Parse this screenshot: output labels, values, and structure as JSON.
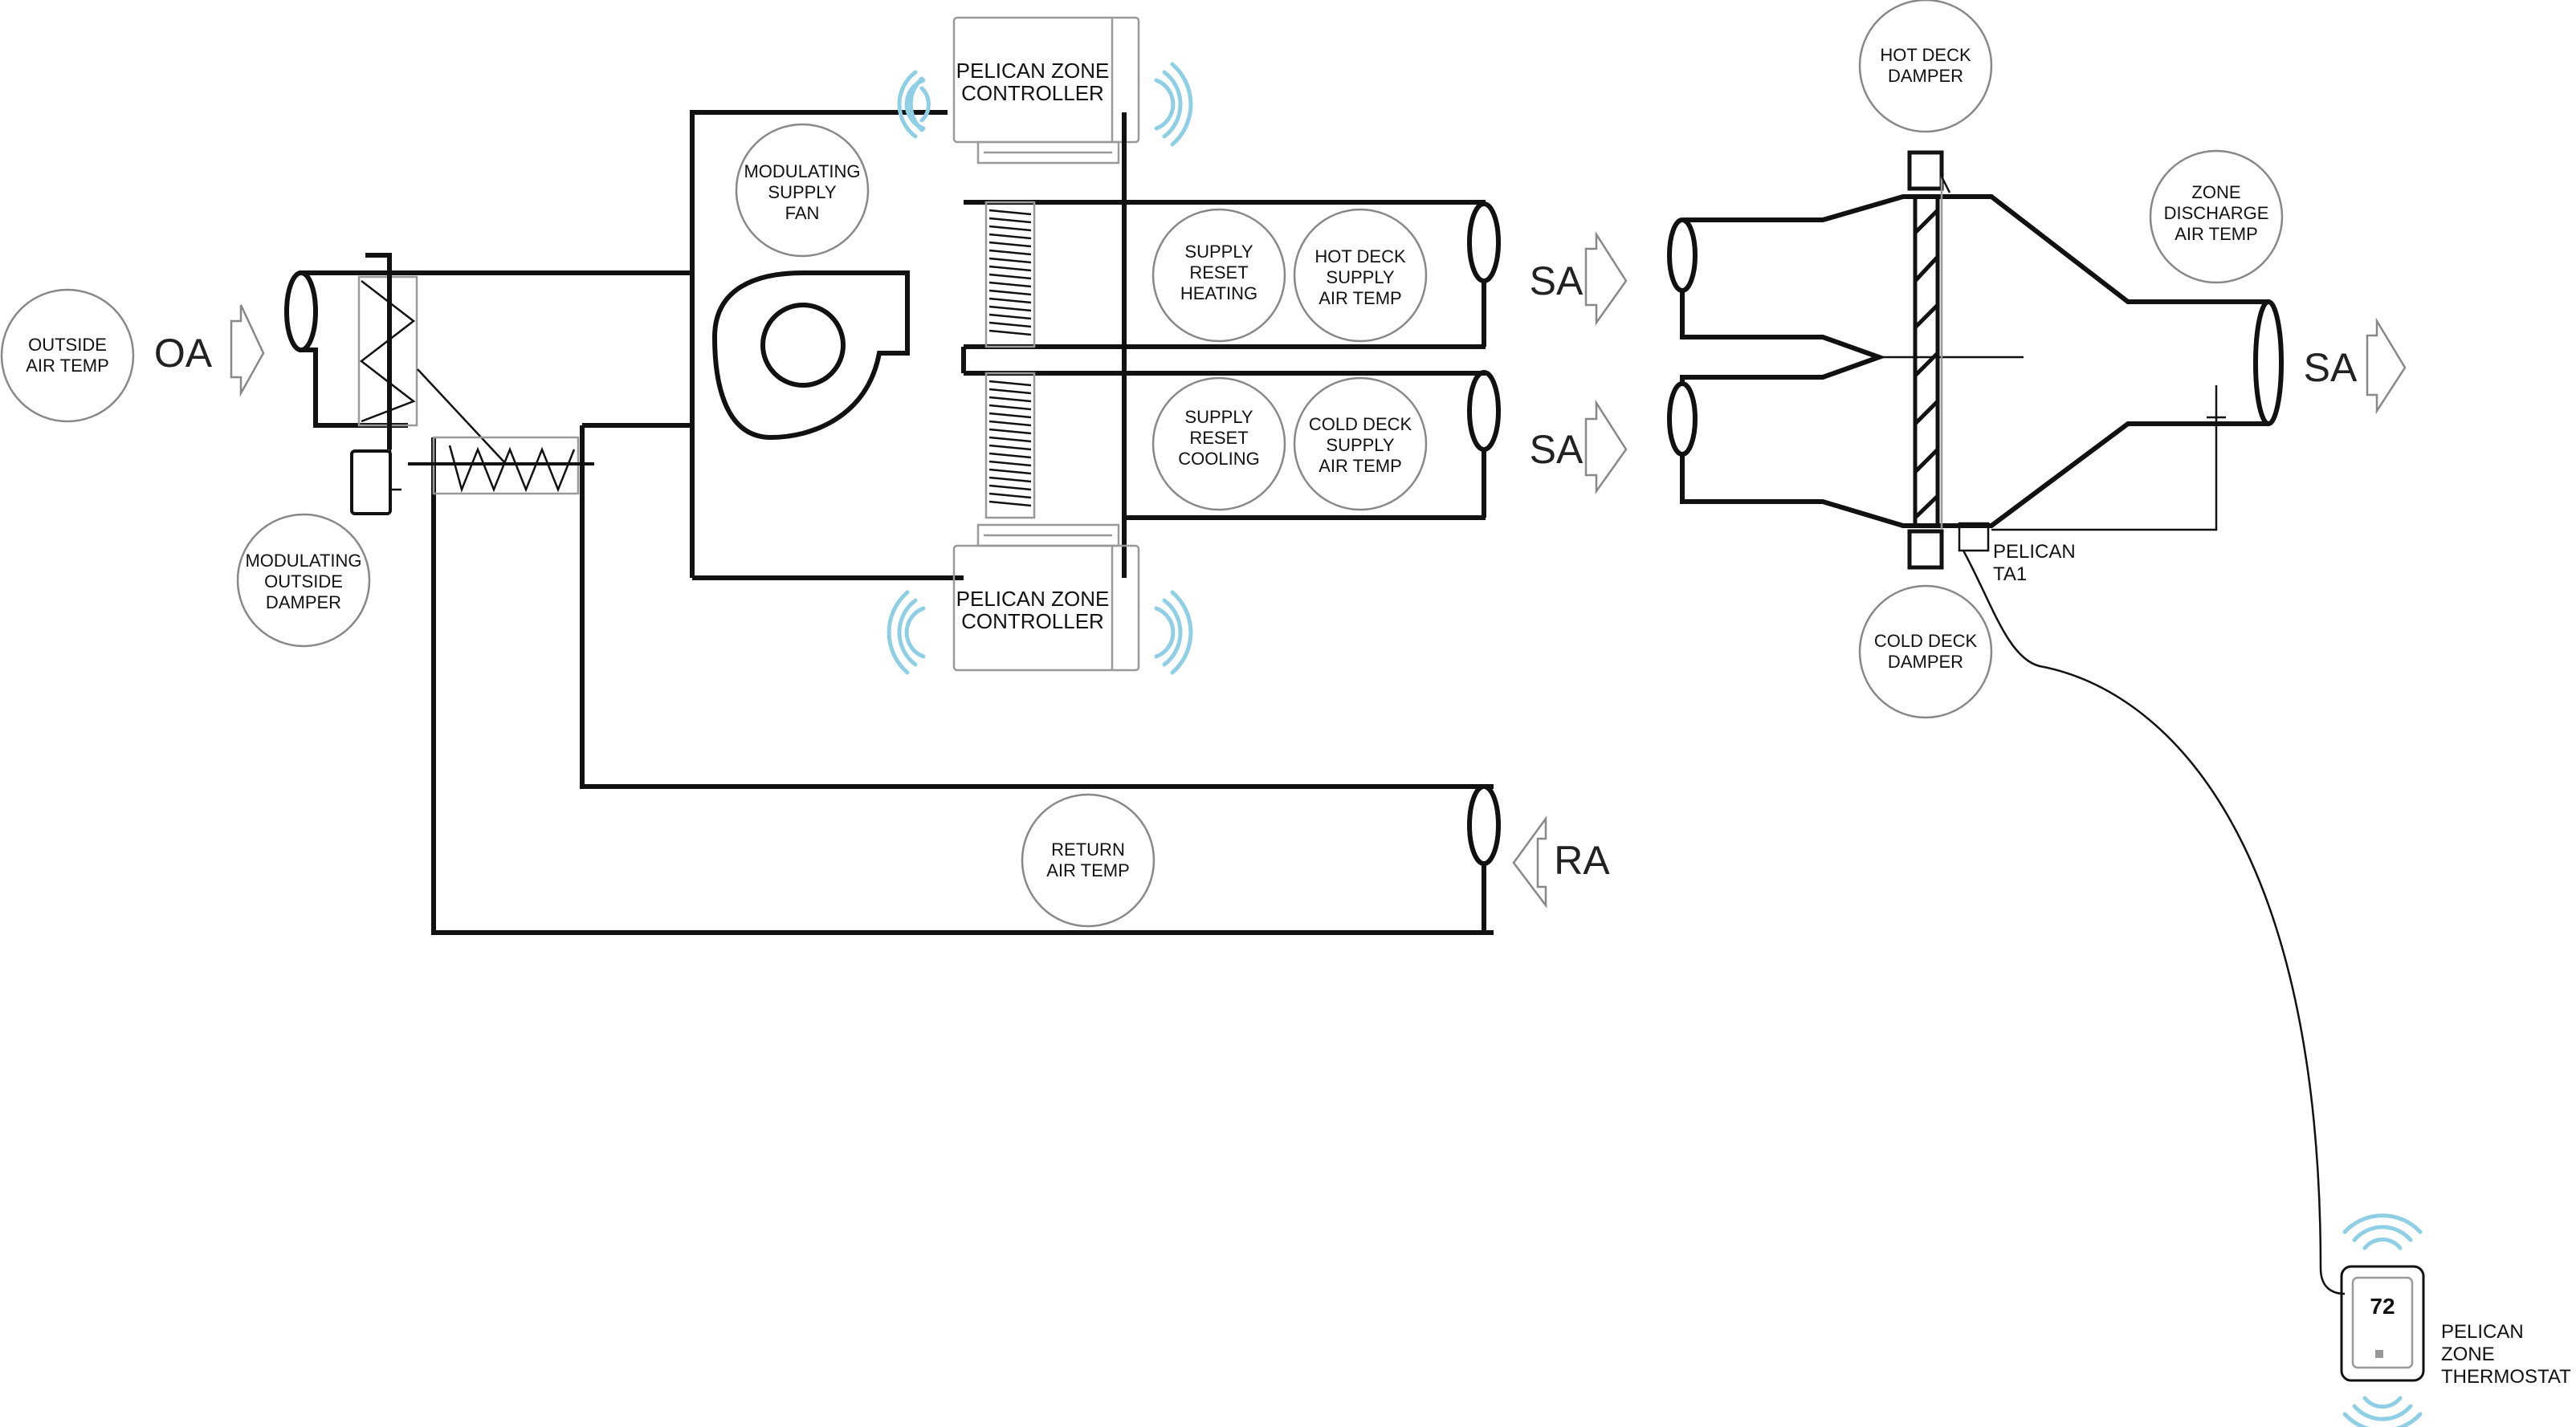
{
  "bubbles": {
    "outside_air_temp": "OUTSIDE\nAIR TEMP",
    "modulating_supply_fan": "MODULATING\nSUPPLY\nFAN",
    "modulating_outside_damper": "MODULATING\nOUTSIDE\nDAMPER",
    "supply_reset_heating": "SUPPLY\nRESET\nHEATING",
    "hot_deck_supply_air_temp": "HOT DECK\nSUPPLY\nAIR TEMP",
    "supply_reset_cooling": "SUPPLY\nRESET\nCOOLING",
    "cold_deck_supply_air_temp": "COLD DECK\nSUPPLY\nAIR TEMP",
    "return_air_temp": "RETURN\nAIR TEMP",
    "hot_deck_damper": "HOT DECK\nDAMPER",
    "cold_deck_damper": "COLD DECK\nDAMPER",
    "zone_discharge_air_temp": "ZONE\nDISCHARGE\nAIR TEMP"
  },
  "controllers": {
    "top": "PELICAN ZONE\nCONTROLLER",
    "bottom": "PELICAN ZONE\nCONTROLLER"
  },
  "flow_labels": {
    "oa": "OA",
    "sa_hot": "SA",
    "sa_cold": "SA",
    "sa_zone": "SA",
    "ra": "RA"
  },
  "sensor_label": "PELICAN\nTA1",
  "thermostat": {
    "display": "72",
    "label": "PELICAN ZONE\nTHERMOSTAT"
  },
  "colors": {
    "line": "#111111",
    "bubble_outline": "#888888",
    "wireless_waves": "#8fcfe6"
  }
}
